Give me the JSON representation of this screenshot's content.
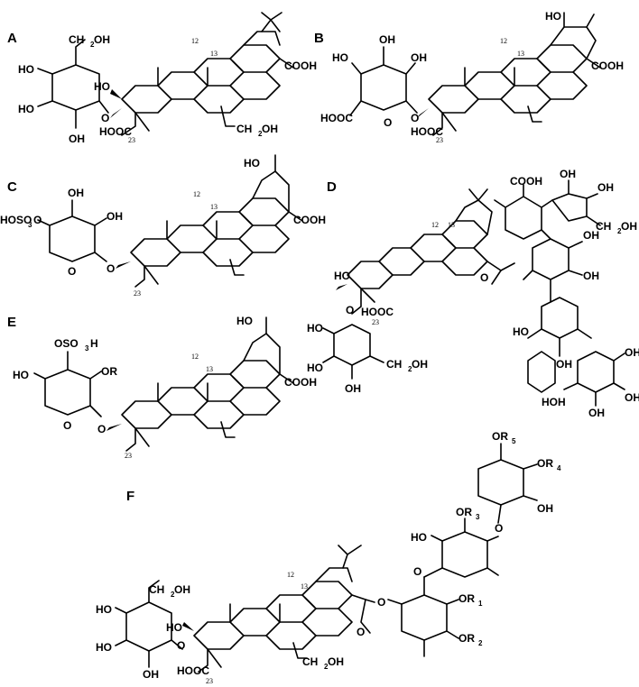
{
  "panels": [
    "A",
    "B",
    "C",
    "D",
    "E",
    "F"
  ],
  "groups": {
    "ch2oh": "CH",
    "oh": "OH",
    "ho": "HO",
    "cooh": "COOH",
    "hooc": "HOOC",
    "hooc_c": "HOOC",
    "c": "C",
    "o": "O",
    "h2": "2",
    "oh_tail": "OH",
    "hos": "HOSO",
    "so": "OSO",
    "so_sub3": "3",
    "h": "H",
    "or": "OR",
    "hoh2c": "HOH",
    "r1": "1",
    "r2": "2",
    "r3": "3",
    "r4": "4",
    "r5": "5",
    "R": "R",
    "n12": "12",
    "n13": "13",
    "n23": "23"
  }
}
